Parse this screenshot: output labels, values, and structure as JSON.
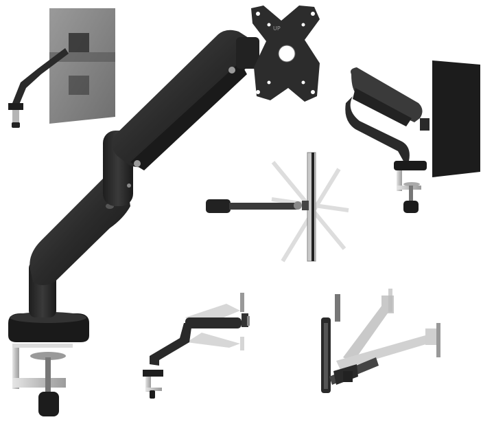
{
  "product": {
    "vesa_plate_marking": "UP"
  },
  "colors": {
    "background": "#ffffff",
    "arm_dark": "#2a2a2a",
    "arm_mid": "#3b3b3b",
    "arm_light": "#5a5a5a",
    "metal": "#c8c8c8",
    "monitor_panel": "#8f8f8f",
    "monitor_dark": "#1f1f1f"
  },
  "views": [
    {
      "name": "main-product-view"
    },
    {
      "name": "monitor-mounted-view"
    },
    {
      "name": "side-mounted-view"
    },
    {
      "name": "rotation-swivel-view"
    },
    {
      "name": "height-adjust-view"
    },
    {
      "name": "wall-extension-view"
    }
  ]
}
